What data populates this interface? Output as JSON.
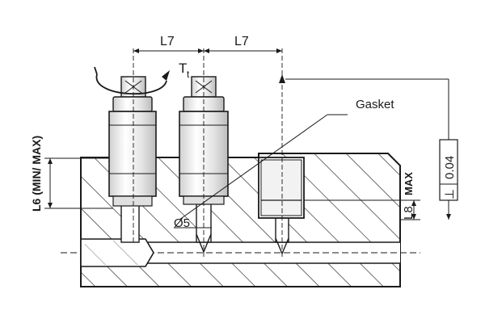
{
  "diagram": {
    "labels": {
      "l7_left": "L7",
      "l7_right": "L7",
      "torque": "T",
      "torque_sub": "t",
      "gasket": "Gasket",
      "l6": "L6 (MIN/ MAX)",
      "diameter": "Ø5",
      "l8": "L8",
      "l8_max": "MAX",
      "tolerance": "0.04",
      "perp_symbol": "⊥"
    },
    "colors": {
      "line": "#1a1a1a",
      "hatch": "#333333",
      "fill_body": "#ffffff",
      "fitting_shade": "#e6e6e6"
    }
  }
}
